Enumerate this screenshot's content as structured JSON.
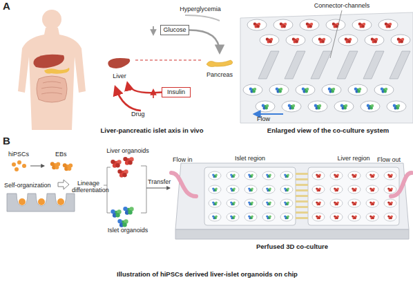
{
  "diagram": {
    "nodes": [
      {
        "text": [
          "Glucose"
        ]
      },
      {
        "text": [
          "Liver"
        ]
      },
      {
        "text": [
          "Pancreas"
        ]
      },
      {
        "text": [
          "Insulin"
        ]
      }
    ],
    "edges": [
      {
        "from": 0,
        "to": 2,
        "arrow": "to"
      },
      {
        "from": 3,
        "to": 1,
        "arrow": "to"
      },
      {
        "from": 1,
        "to": 2,
        "arrow": "none"
      }
    ],
    "labels": [
      "A",
      "Hyperglycemia",
      "Drug",
      "Liver-pancreatic islet axis in vivo",
      "Connector-channels",
      "Flow",
      "Enlarged view of the co-culture system",
      "B",
      "hiPSCs",
      "EBs",
      "Self-organization",
      "Liver organoids",
      "Lineage differentiation",
      "Islet organoids",
      "Transfer",
      "Flow in",
      "Islet region",
      "Liver region",
      "Flow out",
      "Illustration of hiPSCs derived liver-islet organoids on chip",
      "Perfused 3D co-culture"
    ]
  }
}
